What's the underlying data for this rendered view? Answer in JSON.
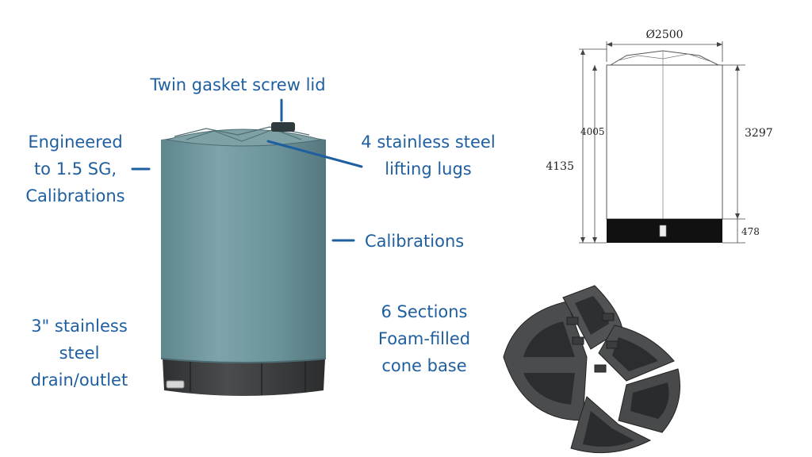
{
  "labels": {
    "lid": "Twin gasket screw lid",
    "engineered": "Engineered\nto 1.5 SG,\nCalibrations",
    "lugs": "4 stainless steel\nlifting lugs",
    "calibrations": "Calibrations",
    "drain": "3\" stainless\nsteel\ndrain/outlet",
    "base": "6 Sections\nFoam-filled\ncone base"
  },
  "drawing": {
    "diameter": "Ø2500",
    "overall_height": "4135",
    "body_height": "4005",
    "shell_height": "3297",
    "base_height": "478"
  },
  "colors": {
    "label_text": "#1f5fa0",
    "leader_line": "#1f5fa0",
    "tank_body": "#6f969d",
    "tank_base": "#3f4142",
    "cone_sections": "#4a4c4e"
  }
}
